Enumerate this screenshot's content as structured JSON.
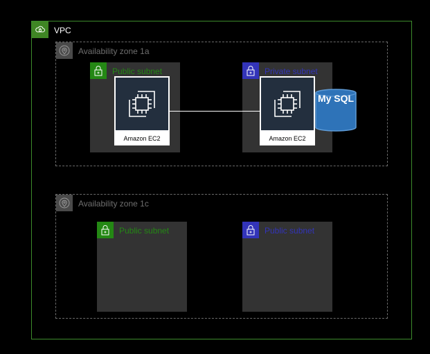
{
  "vpc": {
    "label": "VPC",
    "icon": "cloud-lock-icon",
    "color": "#3f8624"
  },
  "zones": [
    {
      "label": "Availability zone 1a",
      "icon": "map-pin-icon",
      "subnets": [
        {
          "label": "Public subnet",
          "type": "public",
          "color": "#248814",
          "icon": "lock-icon"
        },
        {
          "label": "Private subnet",
          "type": "private",
          "color": "#3334b9",
          "icon": "lock-icon"
        }
      ]
    },
    {
      "label": "Availability zone 1c",
      "icon": "map-pin-icon",
      "subnets": [
        {
          "label": "Public subnet",
          "type": "public",
          "color": "#248814",
          "icon": "lock-icon"
        },
        {
          "label": "Public subnet",
          "type": "public",
          "color": "#3334b9",
          "icon": "lock-icon"
        }
      ]
    }
  ],
  "instances": [
    {
      "label": "Amazon EC2",
      "icon": "ec2-chip-icon"
    },
    {
      "label": "Amazon EC2",
      "icon": "ec2-chip-icon"
    }
  ],
  "database": {
    "label": "My SQL",
    "icon": "database-cylinder-icon",
    "color": "#2e73b8"
  }
}
